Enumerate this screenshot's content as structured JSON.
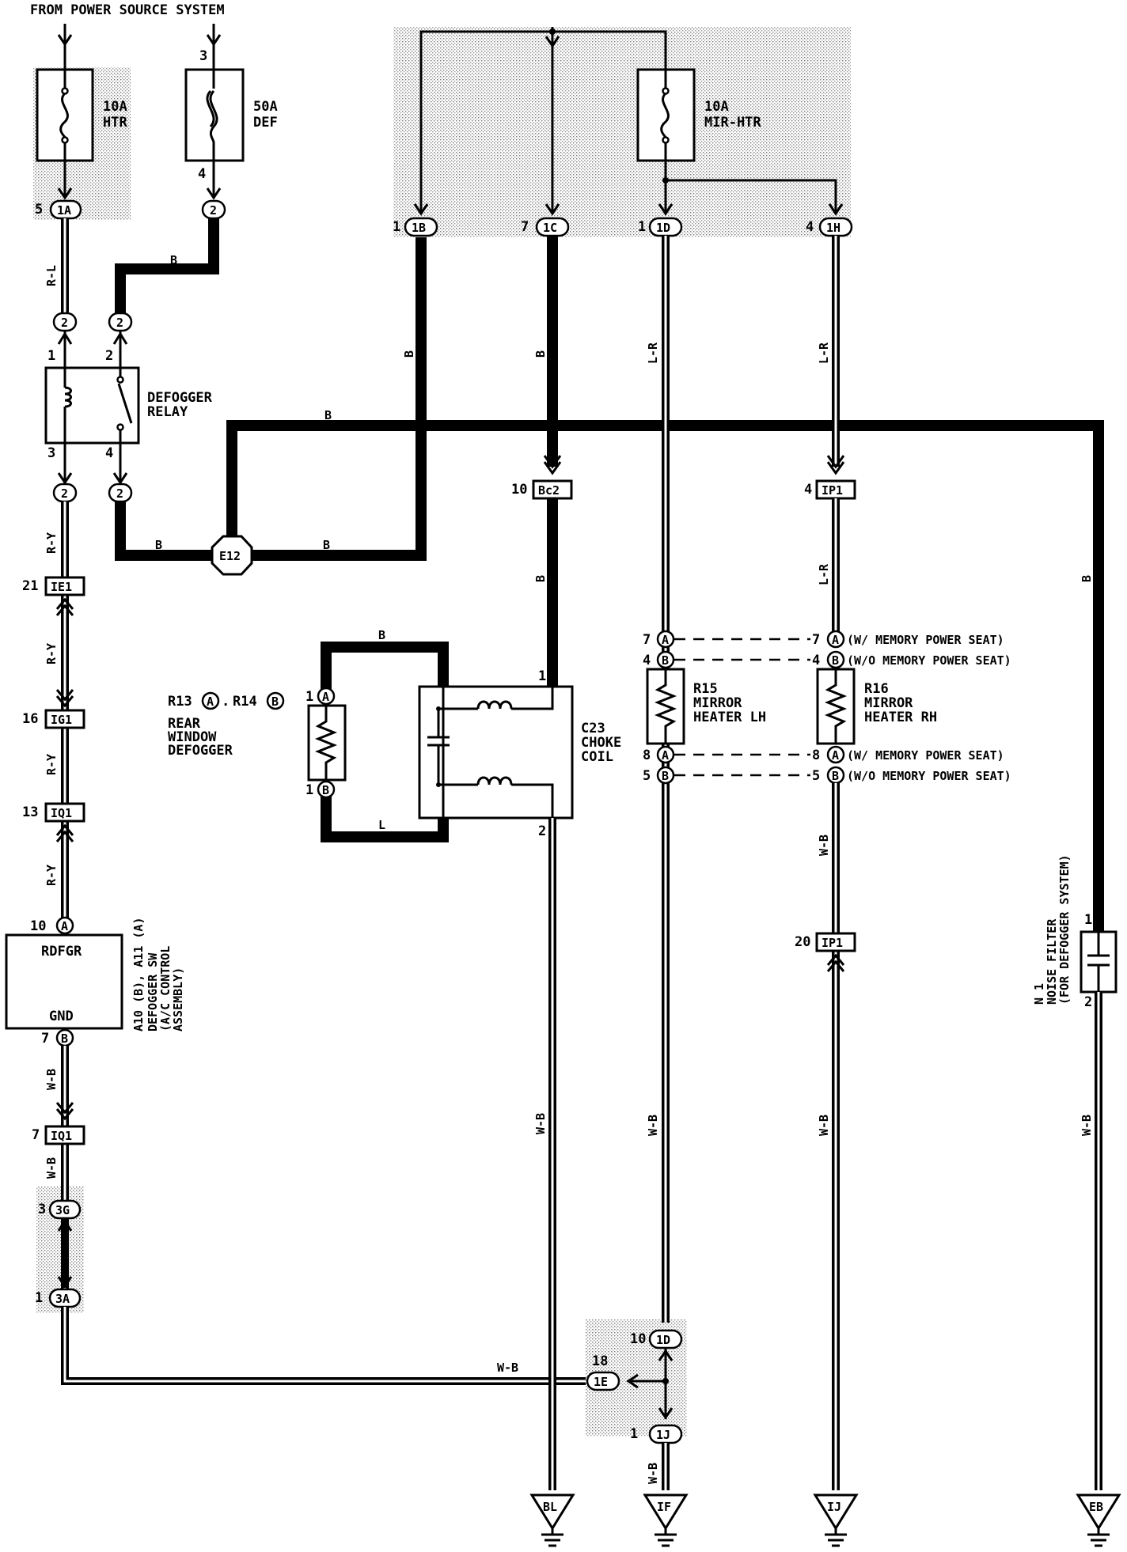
{
  "header": {
    "source": "FROM POWER SOURCE SYSTEM"
  },
  "fuses": {
    "htr": {
      "rating": "10A",
      "name": "HTR"
    },
    "def": {
      "rating": "50A",
      "name": "DEF",
      "pin_in": "3",
      "pin_out": "4"
    },
    "mir": {
      "rating": "10A",
      "name": "MIR-HTR"
    }
  },
  "connectors": {
    "c1a": {
      "pin": "5",
      "id": "1A"
    },
    "c2_def": {
      "id": "2"
    },
    "c1b": {
      "pin": "1",
      "id": "1B"
    },
    "c1c": {
      "pin": "7",
      "id": "1C"
    },
    "c1d_top": {
      "pin": "1",
      "id": "1D"
    },
    "c1h": {
      "pin": "4",
      "id": "1H"
    },
    "r2a": {
      "id": "2"
    },
    "r2b": {
      "id": "2"
    },
    "r2c": {
      "id": "2"
    },
    "r2d": {
      "id": "2"
    },
    "bc2": {
      "pin": "10",
      "id": "Bc2"
    },
    "ip1_top": {
      "pin": "4",
      "id": "IP1"
    },
    "ie1": {
      "pin": "21",
      "id": "IE1"
    },
    "ig1": {
      "pin": "16",
      "id": "IG1"
    },
    "iq1_a": {
      "pin": "13",
      "id": "IQ1"
    },
    "iq1_b": {
      "pin": "7",
      "id": "IQ1"
    },
    "ip1_bot": {
      "pin": "20",
      "id": "IP1"
    },
    "c3g": {
      "pin": "3",
      "id": "3G"
    },
    "c3a": {
      "pin": "1",
      "id": "3A"
    },
    "c1d_bot": {
      "pin": "10",
      "id": "1D"
    },
    "c1e": {
      "pin": "18",
      "id": "1E"
    },
    "c1j": {
      "pin": "1",
      "id": "1J"
    },
    "e12": {
      "id": "E12"
    }
  },
  "relay": {
    "title": "DEFOGGER",
    "sub": "RELAY",
    "p1": "1",
    "p2": "2",
    "p3": "3",
    "p4": "4"
  },
  "wire_colors": {
    "rl": "R-L",
    "b": "B",
    "ry": "R-Y",
    "wb": "W-B",
    "lr": "L-R",
    "l": "L"
  },
  "rear_defogger": {
    "ref_a": "R13",
    "ref_b": "R14",
    "mark_a": "A",
    "mark_b": "B",
    "line1": "REAR",
    "line2": "WINDOW",
    "line3": "DEFOGGER",
    "pin1": "1"
  },
  "choke": {
    "ref": "C23",
    "line1": "CHOKE",
    "line2": "COIL",
    "pin1": "1",
    "pin2": "2"
  },
  "mirror_lh": {
    "ref": "R15",
    "line1": "MIRROR",
    "line2": "HEATER LH"
  },
  "mirror_rh": {
    "ref": "R16",
    "line1": "MIRROR",
    "line2": "HEATER RH"
  },
  "mirror_pins": {
    "p7": "7",
    "p4": "4",
    "p8": "8",
    "p5": "5",
    "a": "A",
    "b": "B",
    "with_mem": "(W/ MEMORY POWER SEAT)",
    "without_mem": "(W/O MEMORY POWER SEAT)"
  },
  "ac_control": {
    "rdfgr": "RDFGR",
    "gnd": "GND",
    "pin10": "10",
    "pin7": "7",
    "a": "A",
    "b": "B",
    "ref": "A10 (B), A11 (A)",
    "line1": "DEFOGGER SW",
    "line2": "(A/C CONTROL",
    "line3": "ASSEMBLY)"
  },
  "noise_filter": {
    "ref": "N 1",
    "line1": "NOISE FILTER",
    "line2": "(FOR DEFOGGER SYSTEM)",
    "pin1": "1",
    "pin2": "2"
  },
  "grounds": {
    "bl": "BL",
    "if": "IF",
    "ij": "IJ",
    "eb": "EB"
  }
}
